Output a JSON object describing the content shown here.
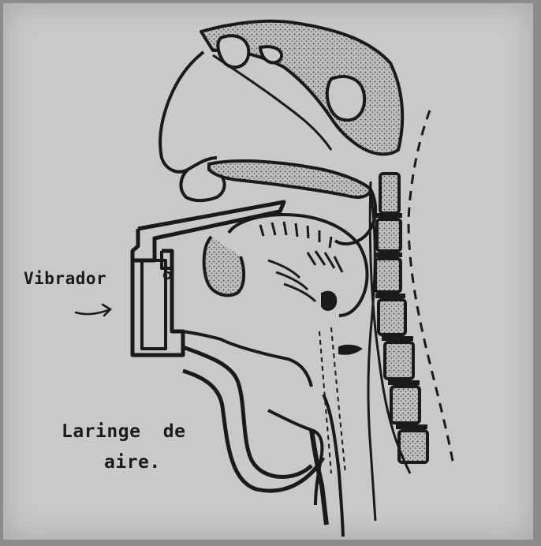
{
  "diagram": {
    "labels": {
      "vibrador": "Vibrador",
      "laringe_line1": "Laringe de",
      "laringe_line2": "aire."
    },
    "colors": {
      "panel_background": "#c9c9c9",
      "border_background": "#8c8c8c",
      "ink": "#1a1a1a",
      "bone_fill": "#b9b9b9"
    },
    "icons": [
      "arrow-icon"
    ]
  }
}
